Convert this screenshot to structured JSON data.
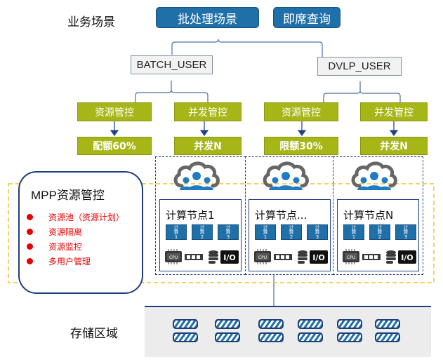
{
  "labels": {
    "business_scenario": "业务场景",
    "storage_area": "存储区域"
  },
  "scenarios": [
    {
      "label": "批处理场景"
    },
    {
      "label": "即席查询"
    }
  ],
  "users": [
    {
      "label": "BATCH_USER"
    },
    {
      "label": "DVLP_USER"
    }
  ],
  "controls": [
    {
      "label": "资源管控",
      "result": "配额60%"
    },
    {
      "label": "并发管控",
      "result": "并发N"
    },
    {
      "label": "资源管控",
      "result": "限额30%"
    },
    {
      "label": "并发管控",
      "result": "并发N"
    }
  ],
  "mpp": {
    "title": "MPP资源管控",
    "items": [
      "资源池（资源计划）",
      "资源隔离",
      "资源监控",
      "多用户管理"
    ]
  },
  "nodes": [
    {
      "title": "计算节点1",
      "calcs": [
        "计\n算\n1",
        "计\n算\n2",
        "计\n算\n3"
      ]
    },
    {
      "title": "计算节点...",
      "calcs": [
        "计\n算\n1",
        "计\n算\n2",
        "计\n算\n3"
      ]
    },
    {
      "title": "计算节点N",
      "calcs": [
        "计\n算\n1",
        "计\n算\n2",
        "计\n算\n3"
      ]
    }
  ],
  "hardware_icons": [
    "cpu-icon",
    "memory-icon",
    "database-icon",
    "io-icon"
  ],
  "hardware_labels": {
    "cpu": "CPU",
    "io": "I/O"
  },
  "colors": {
    "scenario_blue": "#1f6fa8",
    "control_green": "#a6b617",
    "line_navy": "#1f3f7a",
    "accent_red": "#e60000",
    "dash_orange": "#f0b400"
  }
}
